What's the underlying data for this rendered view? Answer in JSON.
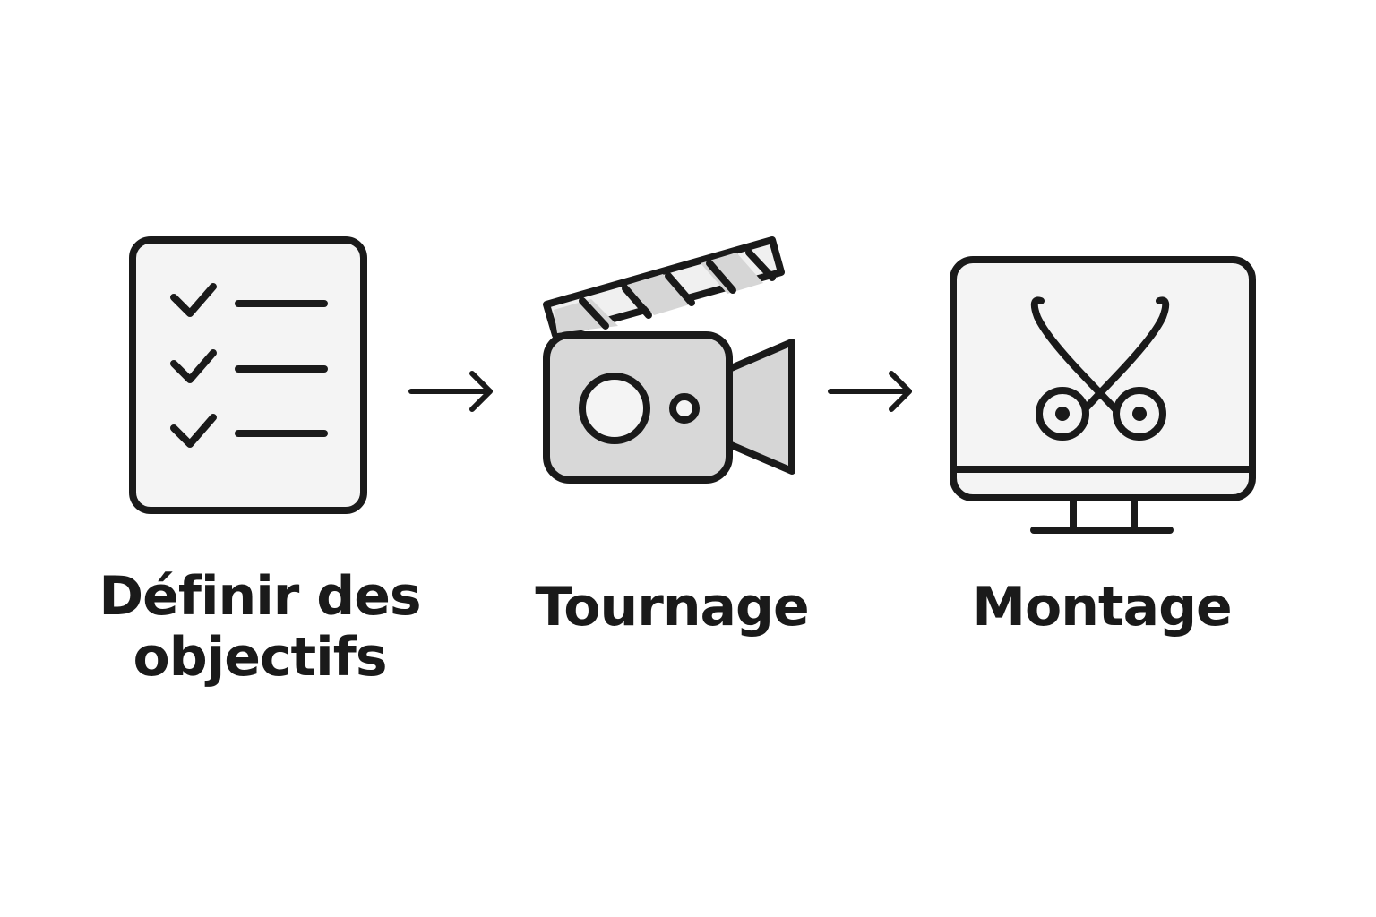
{
  "diagram": {
    "type": "process-flow",
    "steps": [
      {
        "label_line1": "Définir des",
        "label_line2": "objectifs",
        "icon": "checklist-icon"
      },
      {
        "label": "Tournage",
        "icon": "video-camera-clapperboard-icon"
      },
      {
        "label": "Montage",
        "icon": "monitor-scissors-icon"
      }
    ],
    "connectors": [
      "arrow-right",
      "arrow-right"
    ],
    "colors": {
      "stroke": "#1a1a1a",
      "fill_light": "#f4f4f4",
      "fill_gray": "#d6d6d6",
      "text": "#1a1a1a",
      "background": "#ffffff"
    }
  }
}
